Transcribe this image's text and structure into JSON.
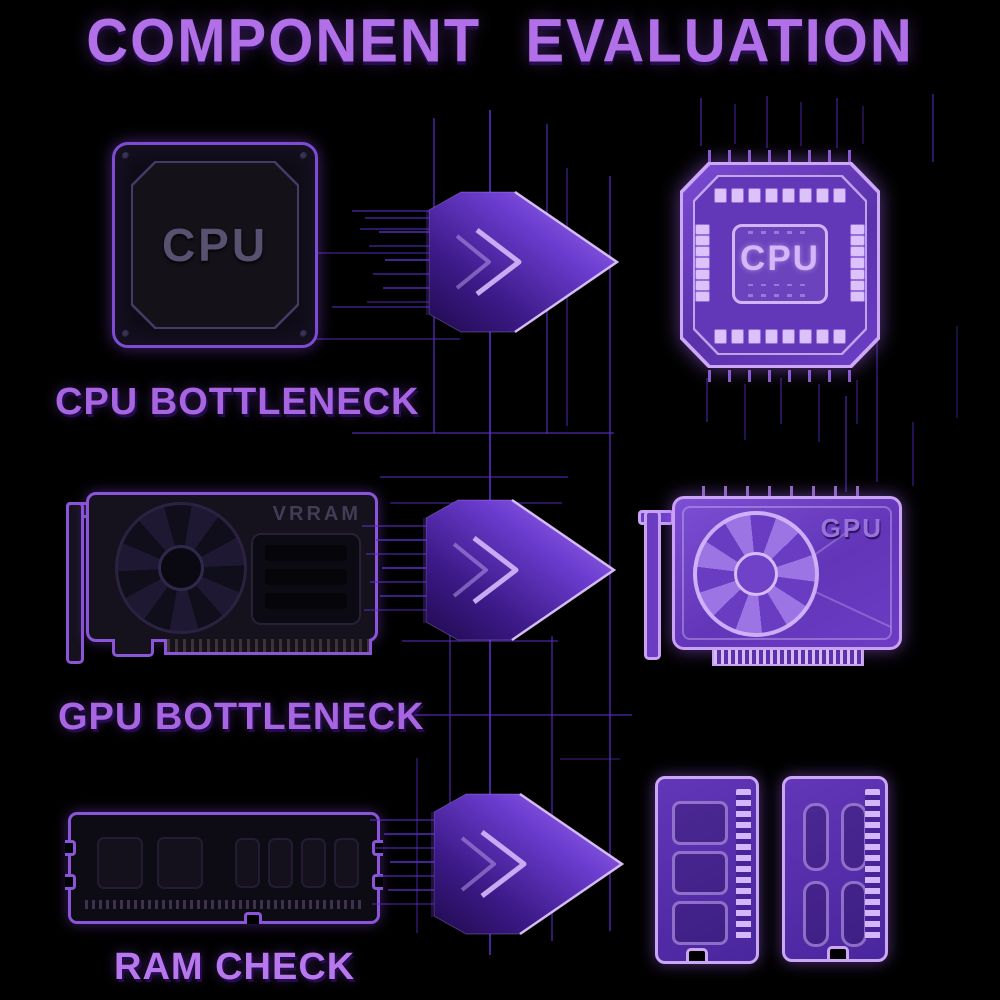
{
  "title": "COMPONENT EVALUATION",
  "rows": [
    {
      "id": "cpu",
      "label": "CPU BOTTLENECK",
      "source": {
        "icon": "cpu-chip-dark",
        "text": "CPU"
      },
      "result": {
        "icon": "cpu-chip-glowing",
        "text": "CPU"
      }
    },
    {
      "id": "gpu",
      "label": "GPU BOTTLENECK",
      "source": {
        "icon": "gpu-card-dark",
        "text": "VRRAM"
      },
      "result": {
        "icon": "gpu-card-glowing",
        "text": "GPU"
      }
    },
    {
      "id": "ram",
      "label": "RAM CHECK",
      "source": {
        "icon": "ram-stick-dark"
      },
      "result": {
        "icon": "ram-sticks-glowing",
        "count": 2
      }
    }
  ],
  "icons": [
    "cpu-chip-dark",
    "cpu-chip-glowing",
    "gpu-card-dark",
    "gpu-card-glowing",
    "ram-stick-dark",
    "ram-stick-glowing",
    "arrow-right",
    "fan",
    "edge-connector"
  ],
  "colors": {
    "background": "#000000",
    "title_text": "#b270e8",
    "label_text": "#a765e2",
    "dark_component_fill": "#14111c",
    "dark_component_stroke": "#8a55d8",
    "glowing_component_fill": "#6a3dc2",
    "glowing_component_stroke": "#c9a2f4",
    "arrow_gradient_start": "#200a4e",
    "arrow_gradient_end": "#a678ec",
    "circuit_line": "#5b2ec8"
  }
}
